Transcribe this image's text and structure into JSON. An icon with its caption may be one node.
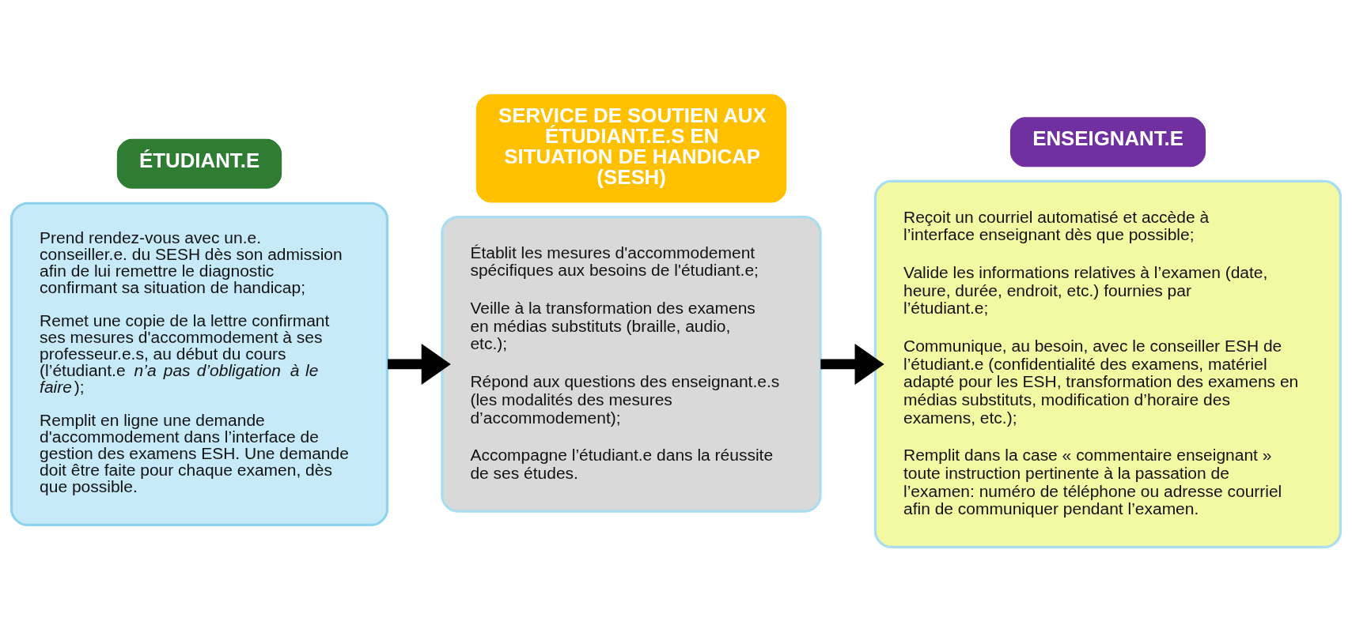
{
  "diagram": {
    "nodes": [
      {
        "text": [
          "ÉTUDIANT.E"
        ]
      },
      {
        "text": [
          "Prend rendez-vous avec un.e. conseiller.e. du SESH dès son admission afin de lui remettre le diagnostic confirmant sa situation de handicap;",
          "Remet une copie de la lettre confirmant ses mesures d'accommodement à ses professeur.e.s, au début du cours (l’étudiant.e *n’a pas d’obligation à le faire*);",
          "Remplit en ligne une demande d'accommodement dans l’interface de gestion des examens ESH. Une demande doit être faite pour chaque examen, dès que possible."
        ]
      },
      {
        "text": [
          "SERVICE DE SOUTIEN AUX ÉTUDIANT.E.S EN SITUATION DE HANDICAP (SESH)"
        ]
      },
      {
        "text": [
          "Établit les mesures d'accommodement spécifiques aux besoins de l'étudiant.e;",
          "Veille à la transformation des examens en médias substituts (braille, audio, etc.);",
          "Répond aux questions des enseignant.e.s (les modalités des mesures d’accommodement);",
          "Accompagne l’étudiant.e dans la réussite de ses études."
        ]
      },
      {
        "text": [
          "ENSEIGNANT.E"
        ]
      },
      {
        "text": [
          "Reçoit un courriel automatisé et accède à l’interface enseignant dès que possible;",
          "Valide les informations relatives à l’examen (date, heure, durée, endroit, etc.) fournies par l’étudiant.e;",
          "Communique, au besoin, avec le conseiller ESH de l’étudiant.e (confidentialité des examens, matériel adapté pour les ESH, transformation des examens en médias substituts, modification d’horaire des examens, etc.);",
          "Remplit dans la case « commentaire enseignant » toute instruction pertinente à la passation de l’examen: numéro de téléphone ou adresse courriel afin de communiquer pendant l’examen."
        ]
      }
    ],
    "edges": [
      {
        "from": 1,
        "to": 3,
        "arrow": "to"
      },
      {
        "from": 3,
        "to": 5,
        "arrow": "to"
      }
    ]
  }
}
